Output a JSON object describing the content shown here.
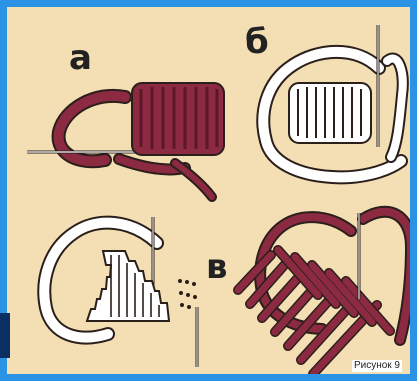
{
  "figure": {
    "panels": [
      {
        "id": "a",
        "label": "а",
        "thread_color": "#8b2a41"
      },
      {
        "id": "b",
        "label": "б",
        "thread_color": "#ffffff"
      },
      {
        "id": "v",
        "label": "в",
        "thread_color": "#8b2a41"
      }
    ],
    "caption": "Рисунок 9",
    "colors": {
      "frame": "#2a93e6",
      "paper": "#f3dfb3",
      "maroon": "#8b2a41",
      "outline": "#2b1f1b"
    }
  }
}
